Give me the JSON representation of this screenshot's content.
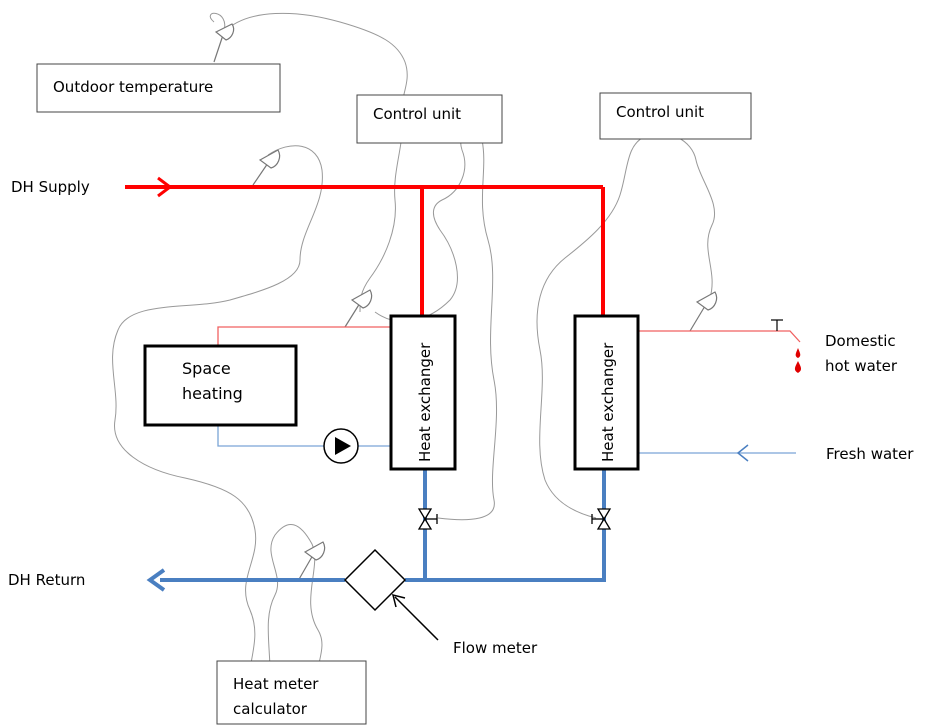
{
  "labels": {
    "outdoor_temperature": "Outdoor temperature",
    "control_unit_1": "Control unit",
    "control_unit_2": "Control unit",
    "dh_supply": "DH Supply",
    "dh_return": "DH Return",
    "space_heating_line1": "Space",
    "space_heating_line2": "heating",
    "heat_exchanger_1": "Heat exchanger",
    "heat_exchanger_2": "Heat exchanger",
    "domestic_hot_water_line1": "Domestic",
    "domestic_hot_water_line2": "hot water",
    "fresh_water": "Fresh water",
    "flow_meter": "Flow meter",
    "heat_meter_calculator_line1": "Heat meter",
    "heat_meter_calculator_line2": "calculator"
  },
  "colors": {
    "supply": "#ff0000",
    "return": "#4a7fc1",
    "secondary_hot": "#f06060",
    "secondary_cold": "#7aa4d6",
    "signal_wire": "#999999",
    "droplet": "#e00000"
  }
}
